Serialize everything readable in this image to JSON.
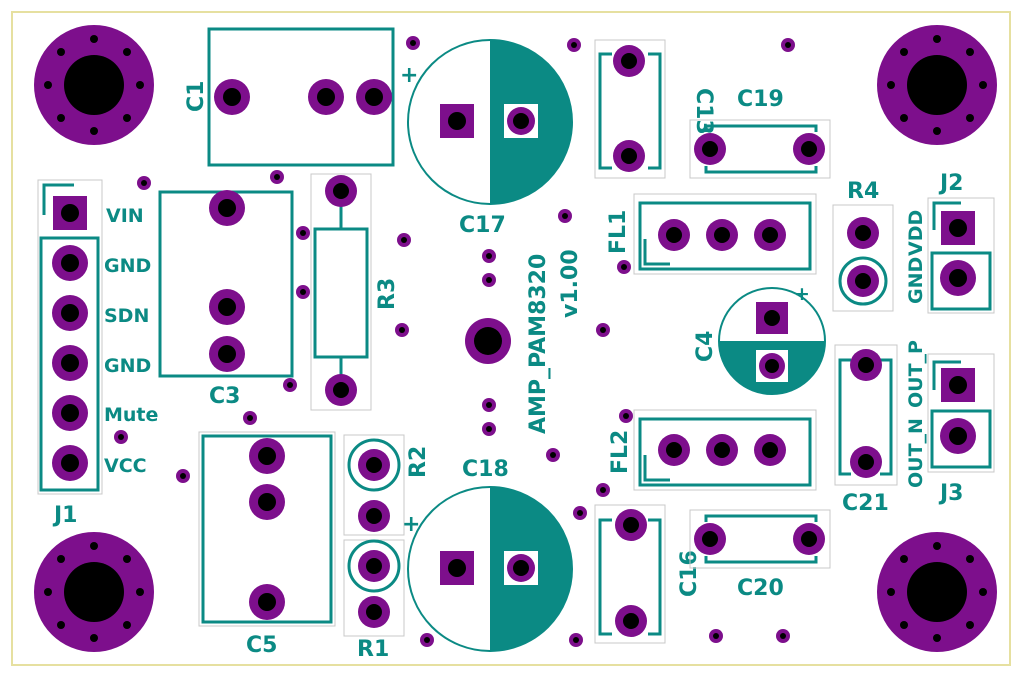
{
  "refs": {
    "c1": "C1",
    "c3": "C3",
    "c4": "C4",
    "c5": "C5",
    "c13": "C13",
    "c16": "C16",
    "c17": "C17",
    "c18": "C18",
    "c19": "C19",
    "c20": "C20",
    "c21": "C21",
    "r1": "R1",
    "r2": "R2",
    "r3": "R3",
    "r4": "R4",
    "fl1": "FL1",
    "fl2": "FL2",
    "j1": "J1",
    "j2": "J2",
    "j3": "J3"
  },
  "pins": {
    "j1": [
      "VIN",
      "GND",
      "SDN",
      "GND",
      "Mute",
      "VCC"
    ],
    "j2": [
      "VDD",
      "GND"
    ],
    "j3": [
      "OUT_P",
      "OUT_N"
    ]
  },
  "polarity": "+",
  "board_label": {
    "name": "AMP_PAM8320",
    "version": "v1.00"
  },
  "colors": {
    "silkscreen": "#0b8a84",
    "pad": "#7d0f8c",
    "drill": "#000000",
    "board_edge": "#e6e0a0"
  }
}
